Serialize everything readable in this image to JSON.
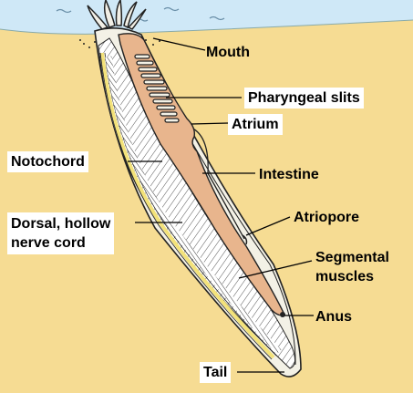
{
  "labels": {
    "mouth": "Mouth",
    "pharyngeal_slits": "Pharyngeal slits",
    "atrium": "Atrium",
    "notochord": "Notochord",
    "intestine": "Intestine",
    "atriopore": "Atriopore",
    "dorsal_line1": "Dorsal, hollow",
    "dorsal_line2": "nerve cord",
    "segmental_line1": "Segmental",
    "segmental_line2": "muscles",
    "anus": "Anus",
    "tail": "Tail"
  },
  "colors": {
    "sand": "#f6dc93",
    "water": "#cfe8f7",
    "body_outline": "#e6e6d8",
    "gut": "#e8b58d",
    "nerve_cord": "#f3e27a",
    "label_bg": "#ffffff"
  }
}
